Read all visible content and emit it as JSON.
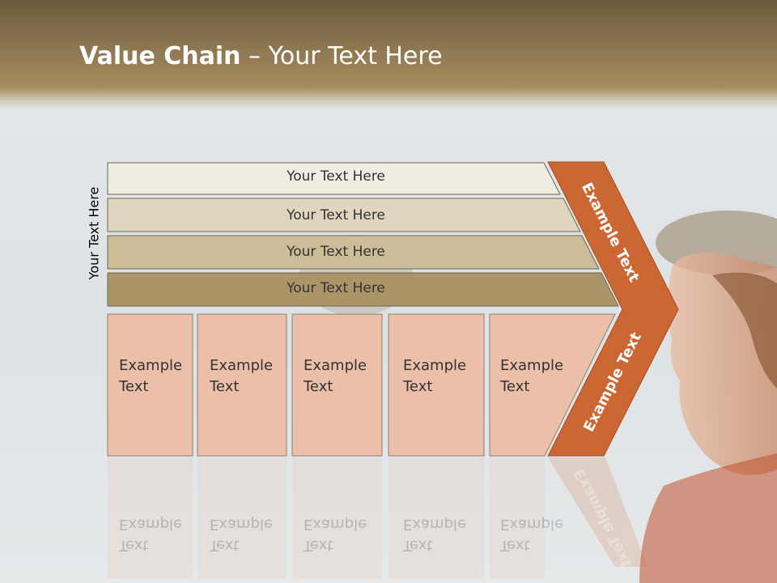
{
  "title": {
    "bold": "Value Chain",
    "rest": " – Your Text Here"
  },
  "side_label": "Your Text Here",
  "rows": [
    {
      "label": "Your Text Here",
      "color": "#efece2"
    },
    {
      "label": "Your Text Here",
      "color": "#e0d6bf"
    },
    {
      "label": "Your Text Here",
      "color": "#ccbc98"
    },
    {
      "label": "Your Text Here",
      "color": "#ab9568"
    }
  ],
  "boxes": [
    {
      "line1": "Example",
      "line2": "Text"
    },
    {
      "line1": "Example",
      "line2": "Text"
    },
    {
      "line1": "Example",
      "line2": "Text"
    },
    {
      "line1": "Example",
      "line2": "Text"
    },
    {
      "line1": "Example",
      "line2": "Text"
    }
  ],
  "chevron": {
    "top": "Example Text",
    "bottom": "Example Text",
    "color": "#cc6633"
  },
  "colors": {
    "box": "#ebbfa8",
    "row_border": "#6d6452",
    "accent": "#cc6633"
  }
}
